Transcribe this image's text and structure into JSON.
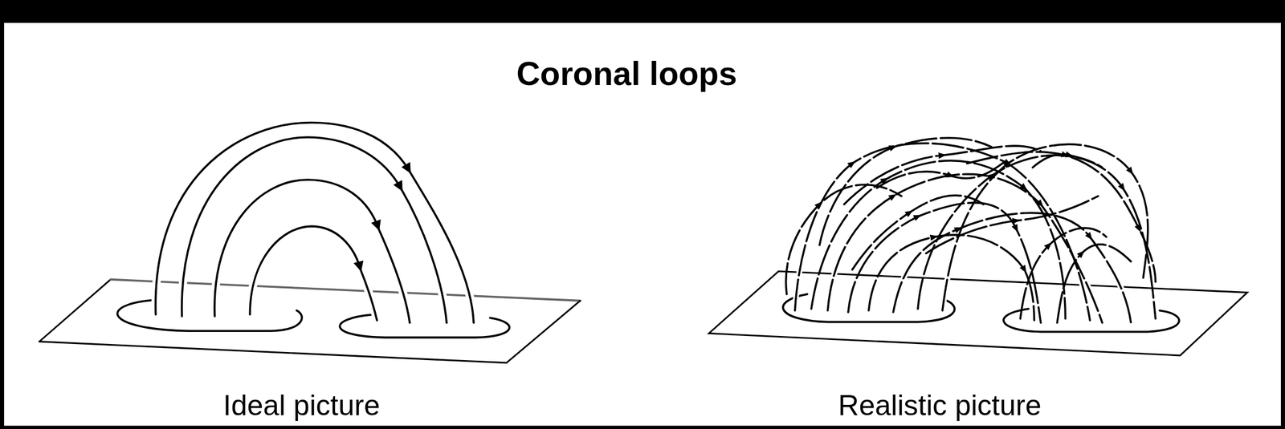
{
  "diagram": {
    "title": "Coronal loops",
    "labels": [
      "Ideal picture",
      "Realistic picture"
    ]
  }
}
